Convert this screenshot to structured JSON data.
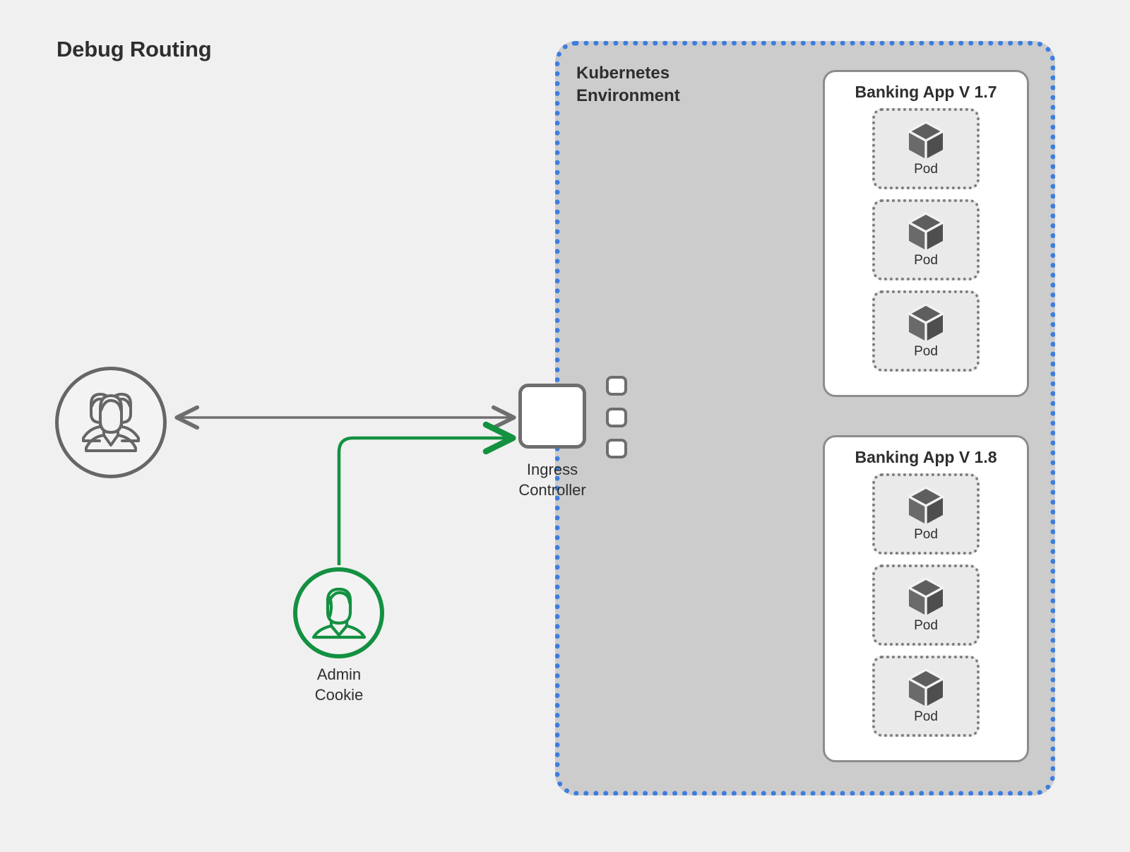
{
  "page": {
    "title": "Debug Routing",
    "background": "#f0f0f0"
  },
  "colors": {
    "k8s_border": "#3d7de0",
    "k8s_fill": "#cccccc",
    "default_flow": "#6e6e6e",
    "debug_flow": "#139141",
    "text": "#2e2e2e",
    "panel_border": "#8c8c8c",
    "pod_fill": "#eaeaea"
  },
  "zone": {
    "label": "Kubernetes\nEnvironment"
  },
  "actors": [
    {
      "id": "users",
      "icon": "users-icon",
      "label": "",
      "accent": "#666666"
    },
    {
      "id": "admin",
      "icon": "user-icon",
      "label": "Admin\nCookie",
      "accent": "#139141"
    }
  ],
  "ingress": {
    "label": "Ingress\nController",
    "ports": [
      "port-top",
      "port-middle",
      "port-bottom"
    ]
  },
  "apps": [
    {
      "id": "v17",
      "title": "Banking App V 1.7",
      "pods": [
        {
          "label": "Pod",
          "icon": "cube-icon"
        },
        {
          "label": "Pod",
          "icon": "cube-icon"
        },
        {
          "label": "Pod",
          "icon": "cube-icon"
        }
      ]
    },
    {
      "id": "v18",
      "title": "Banking App V 1.8",
      "pods": [
        {
          "label": "Pod",
          "icon": "cube-icon"
        },
        {
          "label": "Pod",
          "icon": "cube-icon"
        },
        {
          "label": "Pod",
          "icon": "cube-icon"
        }
      ]
    }
  ],
  "flows": [
    {
      "id": "users-ingress",
      "color": "#6e6e6e",
      "arrowheads": "both",
      "from": "users",
      "to": "ingress"
    },
    {
      "id": "admin-ingress",
      "color": "#139141",
      "arrowheads": "end",
      "from": "admin",
      "to": "ingress"
    },
    {
      "id": "ingress-v17",
      "color": "#6e6e6e",
      "arrowheads": "end",
      "from": "port-middle",
      "to": "v17"
    },
    {
      "id": "ingress-v18",
      "color": "#139141",
      "arrowheads": "end",
      "from": "port-bottom",
      "to": "v18"
    }
  ]
}
